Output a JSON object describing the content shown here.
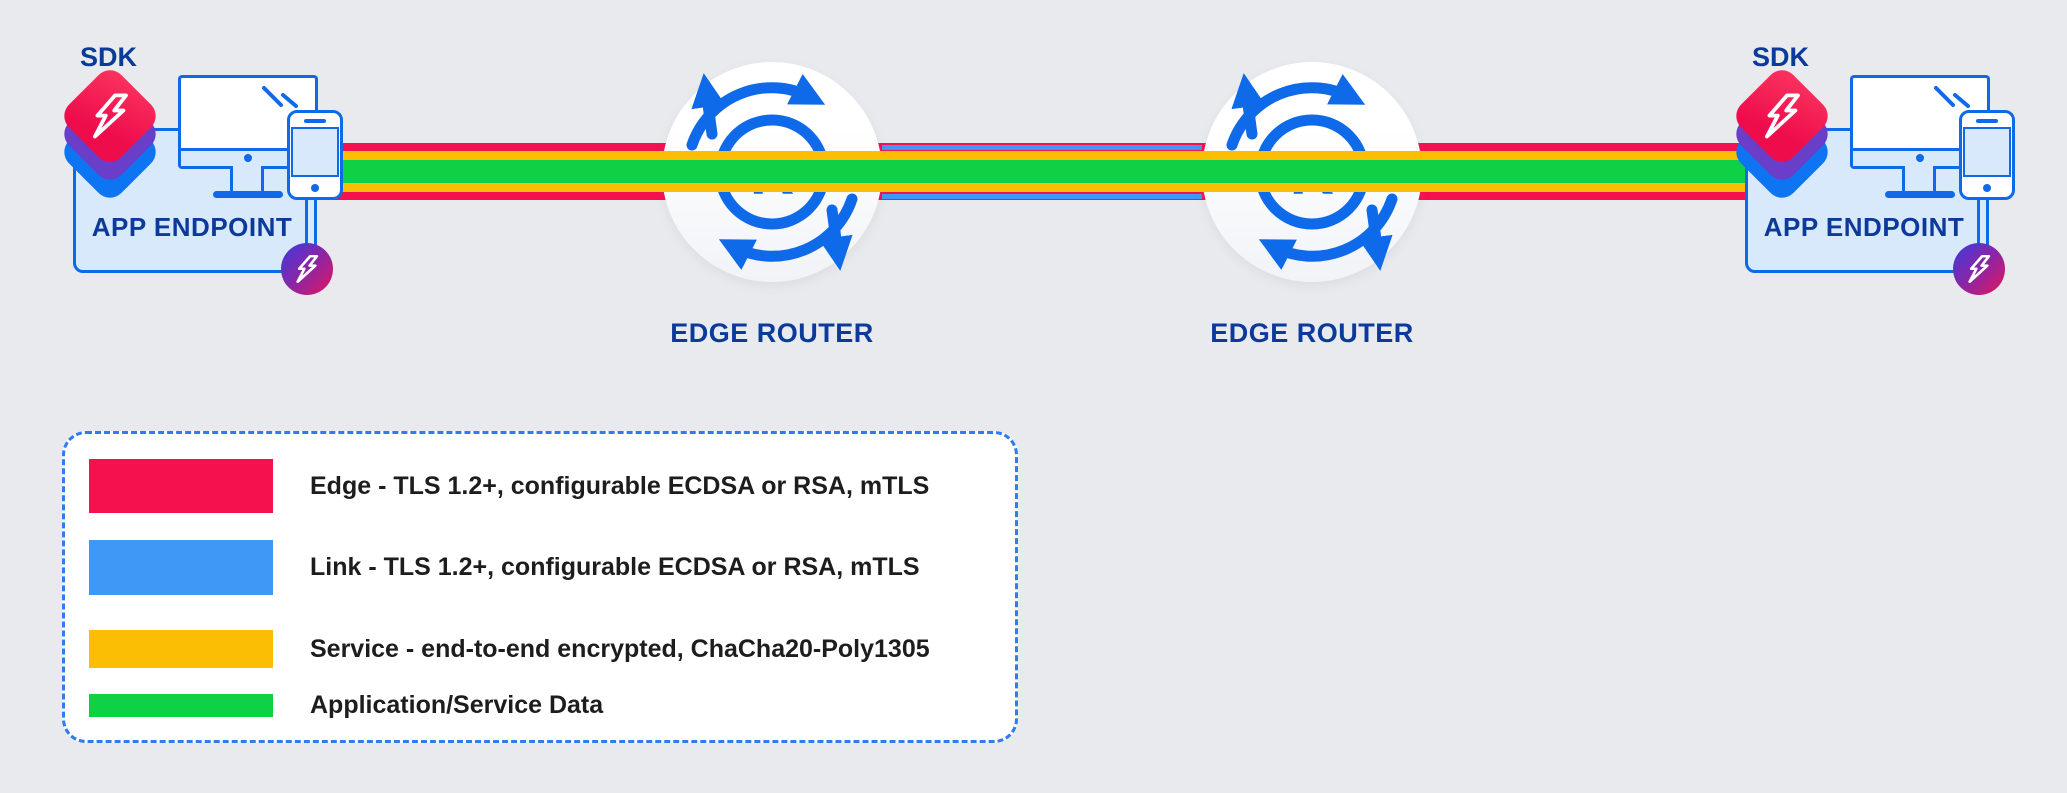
{
  "colors": {
    "background": "#e8eaee",
    "edge_red": "#f5104e",
    "link_blue": "#3f98f6",
    "service_yellow": "#fcbd05",
    "data_green": "#0fd145",
    "icon_blue": "#0f6ae9",
    "navy_text": "#0c3a9b",
    "box_fill": "#d9e9fc",
    "purple": "#6a3ec8",
    "badge_gradient_start": "#4837d6",
    "badge_gradient_end": "#dc1762"
  },
  "diagram": {
    "endpoints": {
      "left": {
        "sdk": "SDK",
        "label": "APP ENDPOINT"
      },
      "right": {
        "sdk": "SDK",
        "label": "APP ENDPOINT"
      }
    },
    "routers": {
      "left": {
        "label": "EDGE ROUTER",
        "letter": "R"
      },
      "right": {
        "label": "EDGE ROUTER",
        "letter": "R"
      }
    }
  },
  "legend": {
    "items": [
      {
        "name": "edge",
        "color": "#f5104e",
        "label": "Edge - TLS 1.2+, configurable ECDSA or RSA, mTLS"
      },
      {
        "name": "link",
        "color": "#3f98f6",
        "label": "Link - TLS 1.2+, configurable ECDSA or RSA, mTLS"
      },
      {
        "name": "service",
        "color": "#fcbd05",
        "label": "Service - end-to-end encrypted, ChaCha20-Poly1305"
      },
      {
        "name": "data",
        "color": "#0fd145",
        "label": "Application/Service Data"
      }
    ]
  }
}
